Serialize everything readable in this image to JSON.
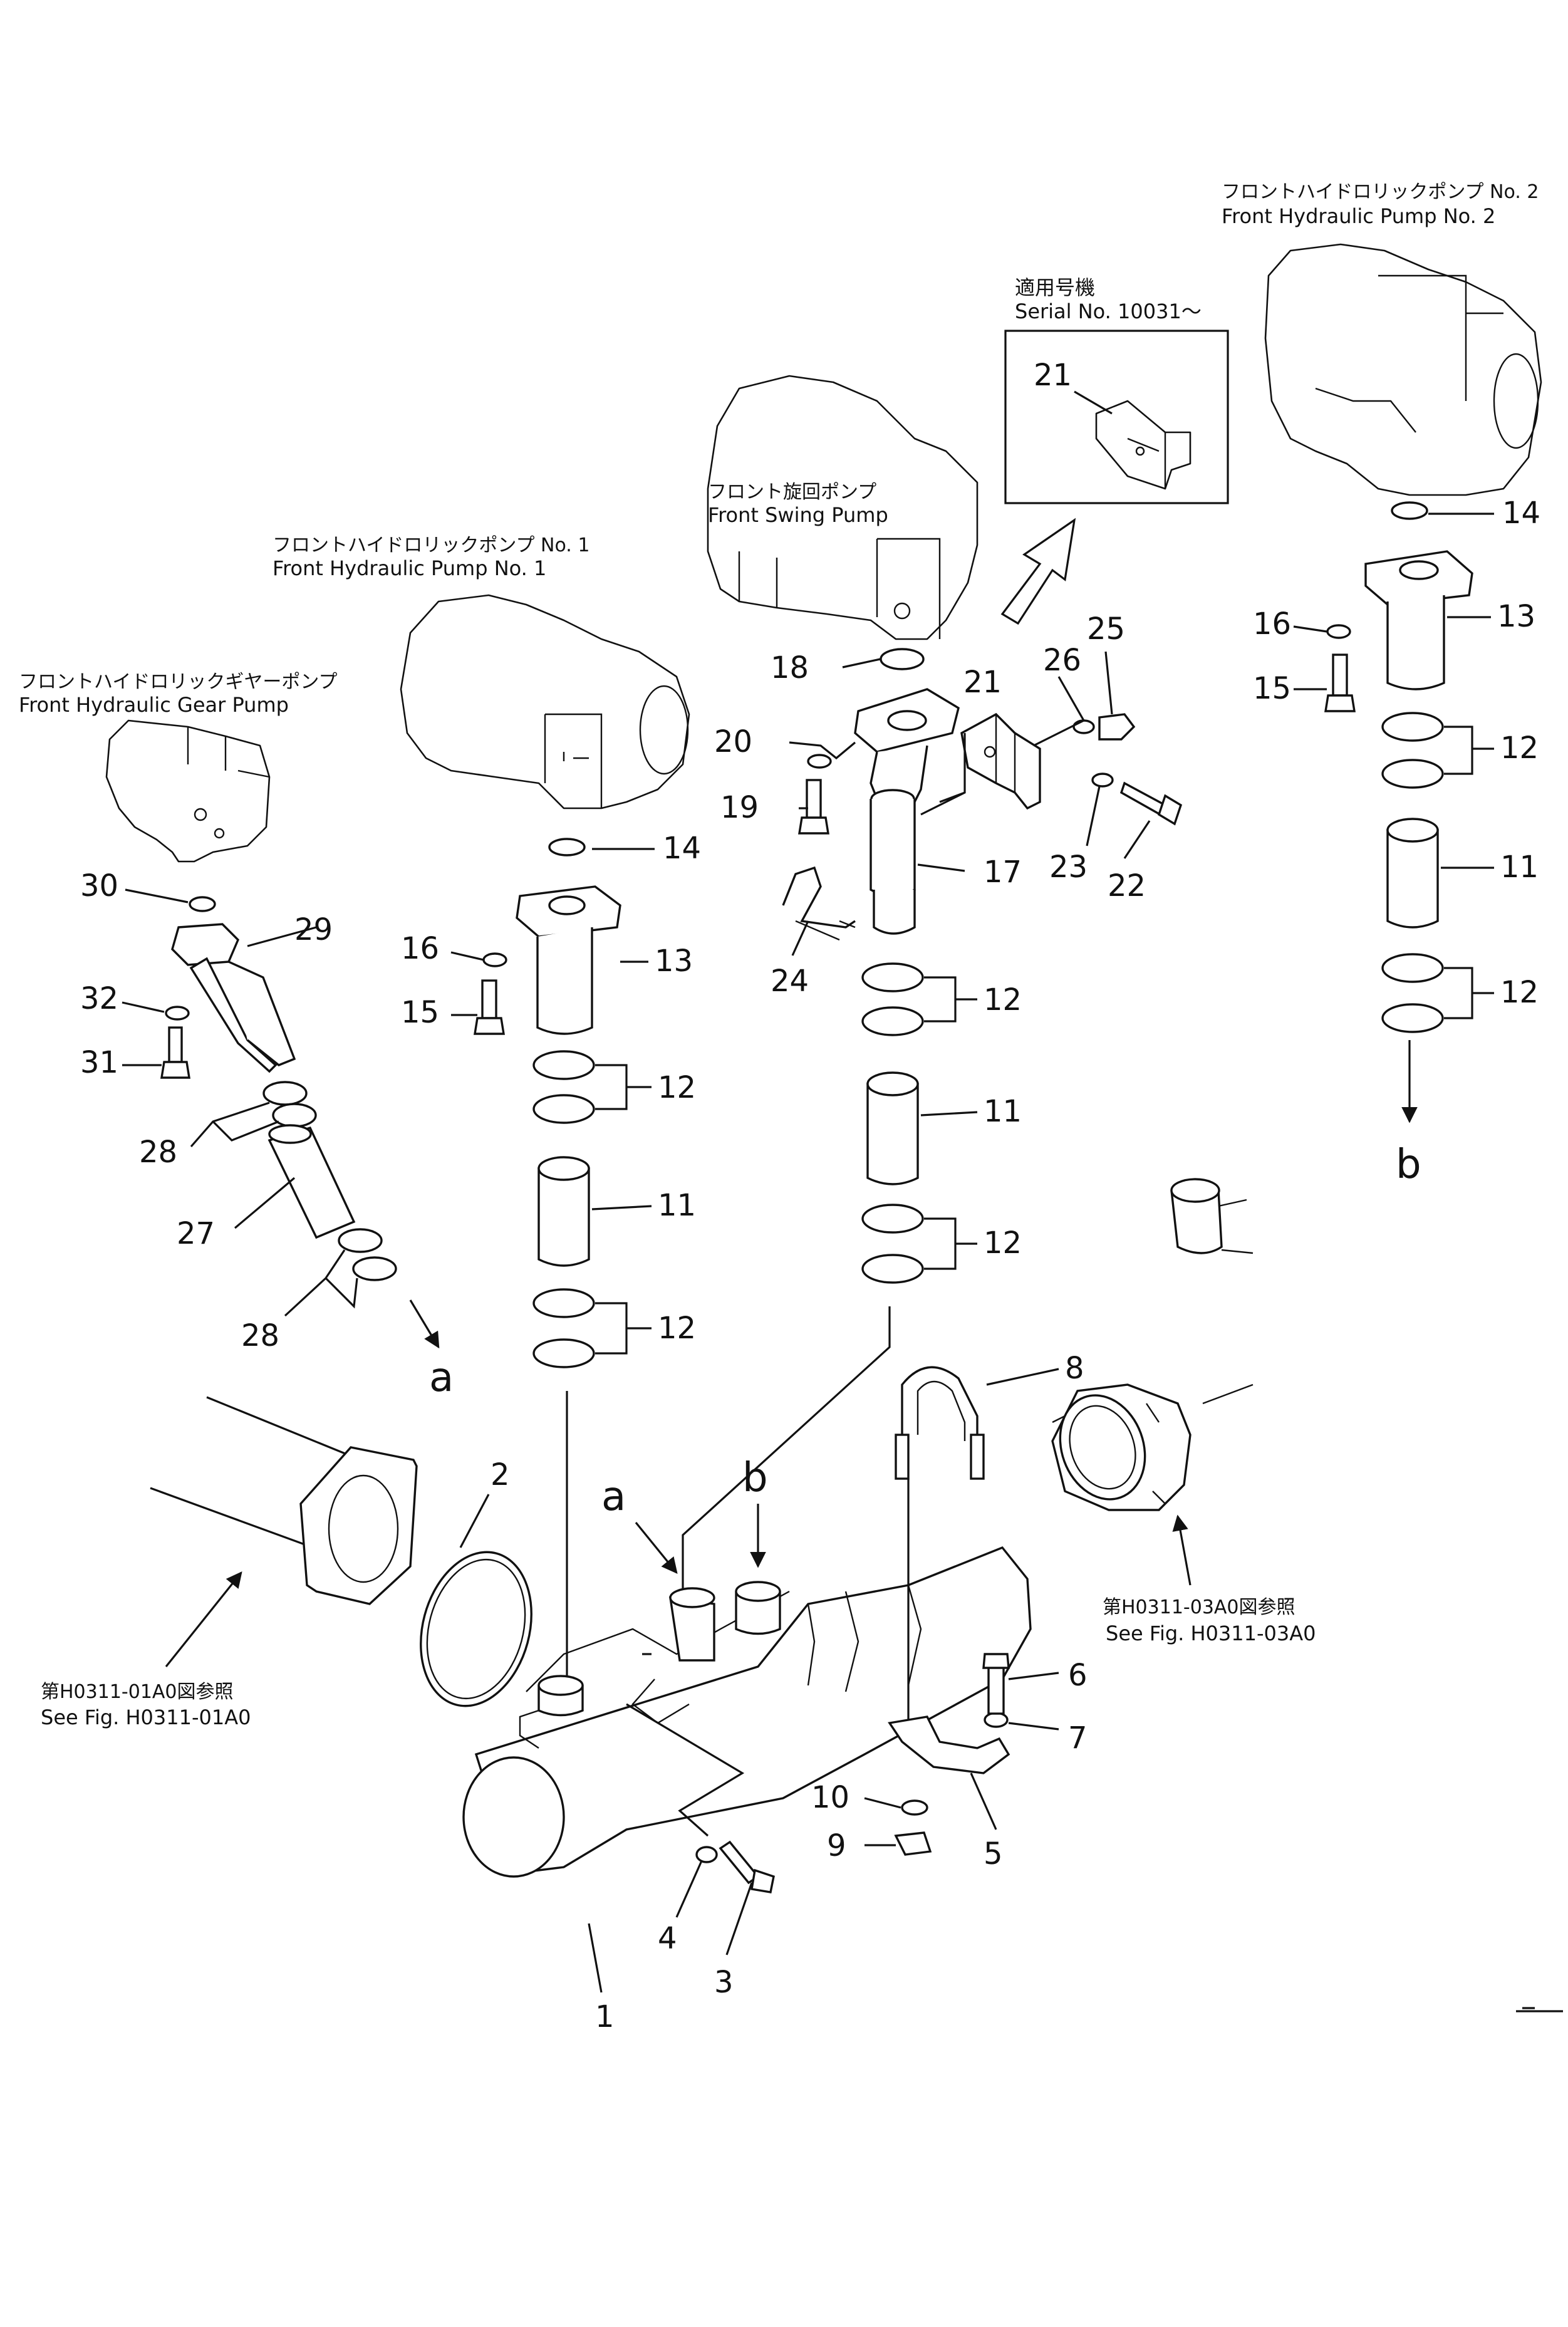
{
  "labels": {
    "pump_gear_jp": "フロントハイドロリックギヤーポンプ",
    "pump_gear_en": "Front Hydraulic Gear Pump",
    "pump1_jp": "フロントハイドロリックポンプ No. 1",
    "pump1_en": "Front Hydraulic Pump No. 1",
    "swing_jp": "フロント旋回ポンプ",
    "swing_en": "Front Swing Pump",
    "serial_jp": "適用号機",
    "serial_en": "Serial No. 10031～",
    "pump2_jp": "フロントハイドロリックポンプ No. 2",
    "pump2_en": "Front Hydraulic Pump No. 2",
    "ref1_jp": "第H0311-01A0図参照",
    "ref1_en": "See Fig. H0311-01A0",
    "ref2_jp": "第H0311-03A0図参照",
    "ref2_en": "See Fig. H0311-03A0",
    "conn_a": "a",
    "conn_b": "b"
  },
  "callouts": {
    "p1": "1",
    "p2": "2",
    "p3": "3",
    "p4": "4",
    "p5": "5",
    "p6": "6",
    "p7": "7",
    "p8": "8",
    "p9": "9",
    "p10": "10",
    "p11": "11",
    "p12": "12",
    "p13": "13",
    "p14": "14",
    "p15": "15",
    "p16": "16",
    "p17": "17",
    "p18": "18",
    "p19": "19",
    "p20": "20",
    "p21": "21",
    "p22": "22",
    "p23": "23",
    "p24": "24",
    "p25": "25",
    "p26": "26",
    "p27": "27",
    "p28": "28",
    "p29": "29",
    "p30": "30",
    "p31": "31",
    "p32": "32"
  }
}
